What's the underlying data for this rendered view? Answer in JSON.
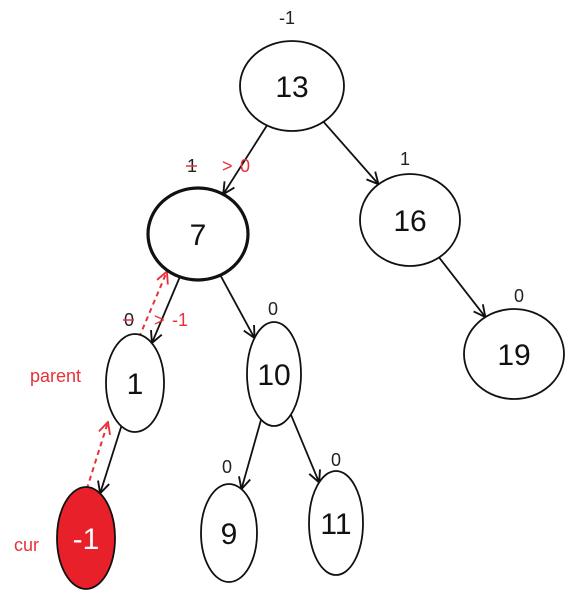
{
  "colors": {
    "stroke": "#111111",
    "accent": "#e8313a",
    "highlight_fill": "#e8202a",
    "background": "#ffffff"
  },
  "nodes": [
    {
      "id": "n13",
      "value": "13",
      "bf": "-1",
      "bf_new": "",
      "thick": false,
      "highlight": false
    },
    {
      "id": "n7",
      "value": "7",
      "bf": "1",
      "bf_new": "0",
      "thick": true,
      "highlight": false
    },
    {
      "id": "n16",
      "value": "16",
      "bf": "1",
      "bf_new": "",
      "thick": false,
      "highlight": false
    },
    {
      "id": "n19",
      "value": "19",
      "bf": "0",
      "bf_new": "",
      "thick": false,
      "highlight": false
    },
    {
      "id": "n1",
      "value": "1",
      "bf": "0",
      "bf_new": "-1",
      "thick": false,
      "highlight": false
    },
    {
      "id": "n10",
      "value": "10",
      "bf": "0",
      "bf_new": "",
      "thick": false,
      "highlight": false
    },
    {
      "id": "n9",
      "value": "9",
      "bf": "0",
      "bf_new": "",
      "thick": false,
      "highlight": false
    },
    {
      "id": "n11",
      "value": "11",
      "bf": "0",
      "bf_new": "",
      "thick": false,
      "highlight": false
    },
    {
      "id": "nm1",
      "value": "-1",
      "bf": "",
      "bf_new": "",
      "thick": false,
      "highlight": true
    }
  ],
  "edges": [
    {
      "from": "n13",
      "to": "n7"
    },
    {
      "from": "n13",
      "to": "n16"
    },
    {
      "from": "n16",
      "to": "n19"
    },
    {
      "from": "n7",
      "to": "n1"
    },
    {
      "from": "n7",
      "to": "n10"
    },
    {
      "from": "n10",
      "to": "n9"
    },
    {
      "from": "n10",
      "to": "n11"
    },
    {
      "from": "n1",
      "to": "nm1"
    }
  ],
  "parent_pointers": [
    {
      "from": "nm1",
      "to": "n1"
    },
    {
      "from": "n1",
      "to": "n7"
    }
  ],
  "labels": {
    "parent": "parent",
    "cur": "cur",
    "change_arrow": ">"
  }
}
